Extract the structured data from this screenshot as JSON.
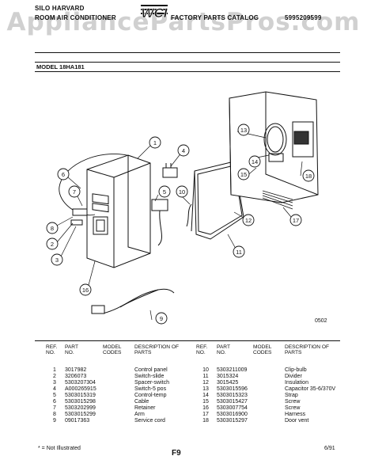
{
  "header": {
    "line1_left": "SILO HARVARD",
    "line2_left": "ROOM AIR CONDITIONER",
    "catalog_title": "FACTORY PARTS CATALOG",
    "catalog_number": "5995209599",
    "watermark": "AppliancePartsPros.com",
    "logo": "WCI"
  },
  "model_label": "MODEL 18HA181",
  "diagram": {
    "callouts": [
      "1",
      "2",
      "3",
      "4",
      "5",
      "6",
      "7",
      "8",
      "9",
      "10",
      "11",
      "12",
      "13",
      "14",
      "15",
      "16",
      "17",
      "18"
    ],
    "drawing_code": "0502"
  },
  "table": {
    "headers": {
      "ref_no": "REF. NO.",
      "part_no": "PART NO.",
      "model_codes": "MODEL CODES",
      "description": "DESCRIPTION OF PARTS"
    },
    "left_rows": [
      {
        "ref": "1",
        "part": "3017982",
        "codes": "",
        "desc": "Control panel"
      },
      {
        "ref": "2",
        "part": "3206073",
        "codes": "",
        "desc": "Switch-slide"
      },
      {
        "ref": "3",
        "part": "5303207304",
        "codes": "",
        "desc": "Spacer-switch"
      },
      {
        "ref": "4",
        "part": "A000265915",
        "codes": "",
        "desc": "Switch-5 pos"
      },
      {
        "ref": "5",
        "part": "5303015319",
        "codes": "",
        "desc": "Control-temp"
      },
      {
        "ref": "6",
        "part": "5303015298",
        "codes": "",
        "desc": "Cable"
      },
      {
        "ref": "7",
        "part": "5303202999",
        "codes": "",
        "desc": "Retainer"
      },
      {
        "ref": "8",
        "part": "5303015299",
        "codes": "",
        "desc": "Arm"
      },
      {
        "ref": "9",
        "part": "09017363",
        "codes": "",
        "desc": "Service cord"
      }
    ],
    "right_rows": [
      {
        "ref": "10",
        "part": "5303211009",
        "codes": "",
        "desc": "Clip-bulb"
      },
      {
        "ref": "11",
        "part": "3015324",
        "codes": "",
        "desc": "Divider"
      },
      {
        "ref": "12",
        "part": "3015425",
        "codes": "",
        "desc": "Insulation"
      },
      {
        "ref": "13",
        "part": "5303015596",
        "codes": "",
        "desc": "Capacitor 35-6/370V"
      },
      {
        "ref": "14",
        "part": "5303015323",
        "codes": "",
        "desc": "Strap"
      },
      {
        "ref": "15",
        "part": "5303015427",
        "codes": "",
        "desc": "Screw"
      },
      {
        "ref": "16",
        "part": "5303007754",
        "codes": "",
        "desc": "Screw"
      },
      {
        "ref": "17",
        "part": "5303016900",
        "codes": "",
        "desc": "Harness"
      },
      {
        "ref": "18",
        "part": "5303015297",
        "codes": "",
        "desc": "Door vent"
      }
    ]
  },
  "footer": {
    "note": "* = Not Illustrated",
    "page": "F9",
    "date": "6/91"
  }
}
